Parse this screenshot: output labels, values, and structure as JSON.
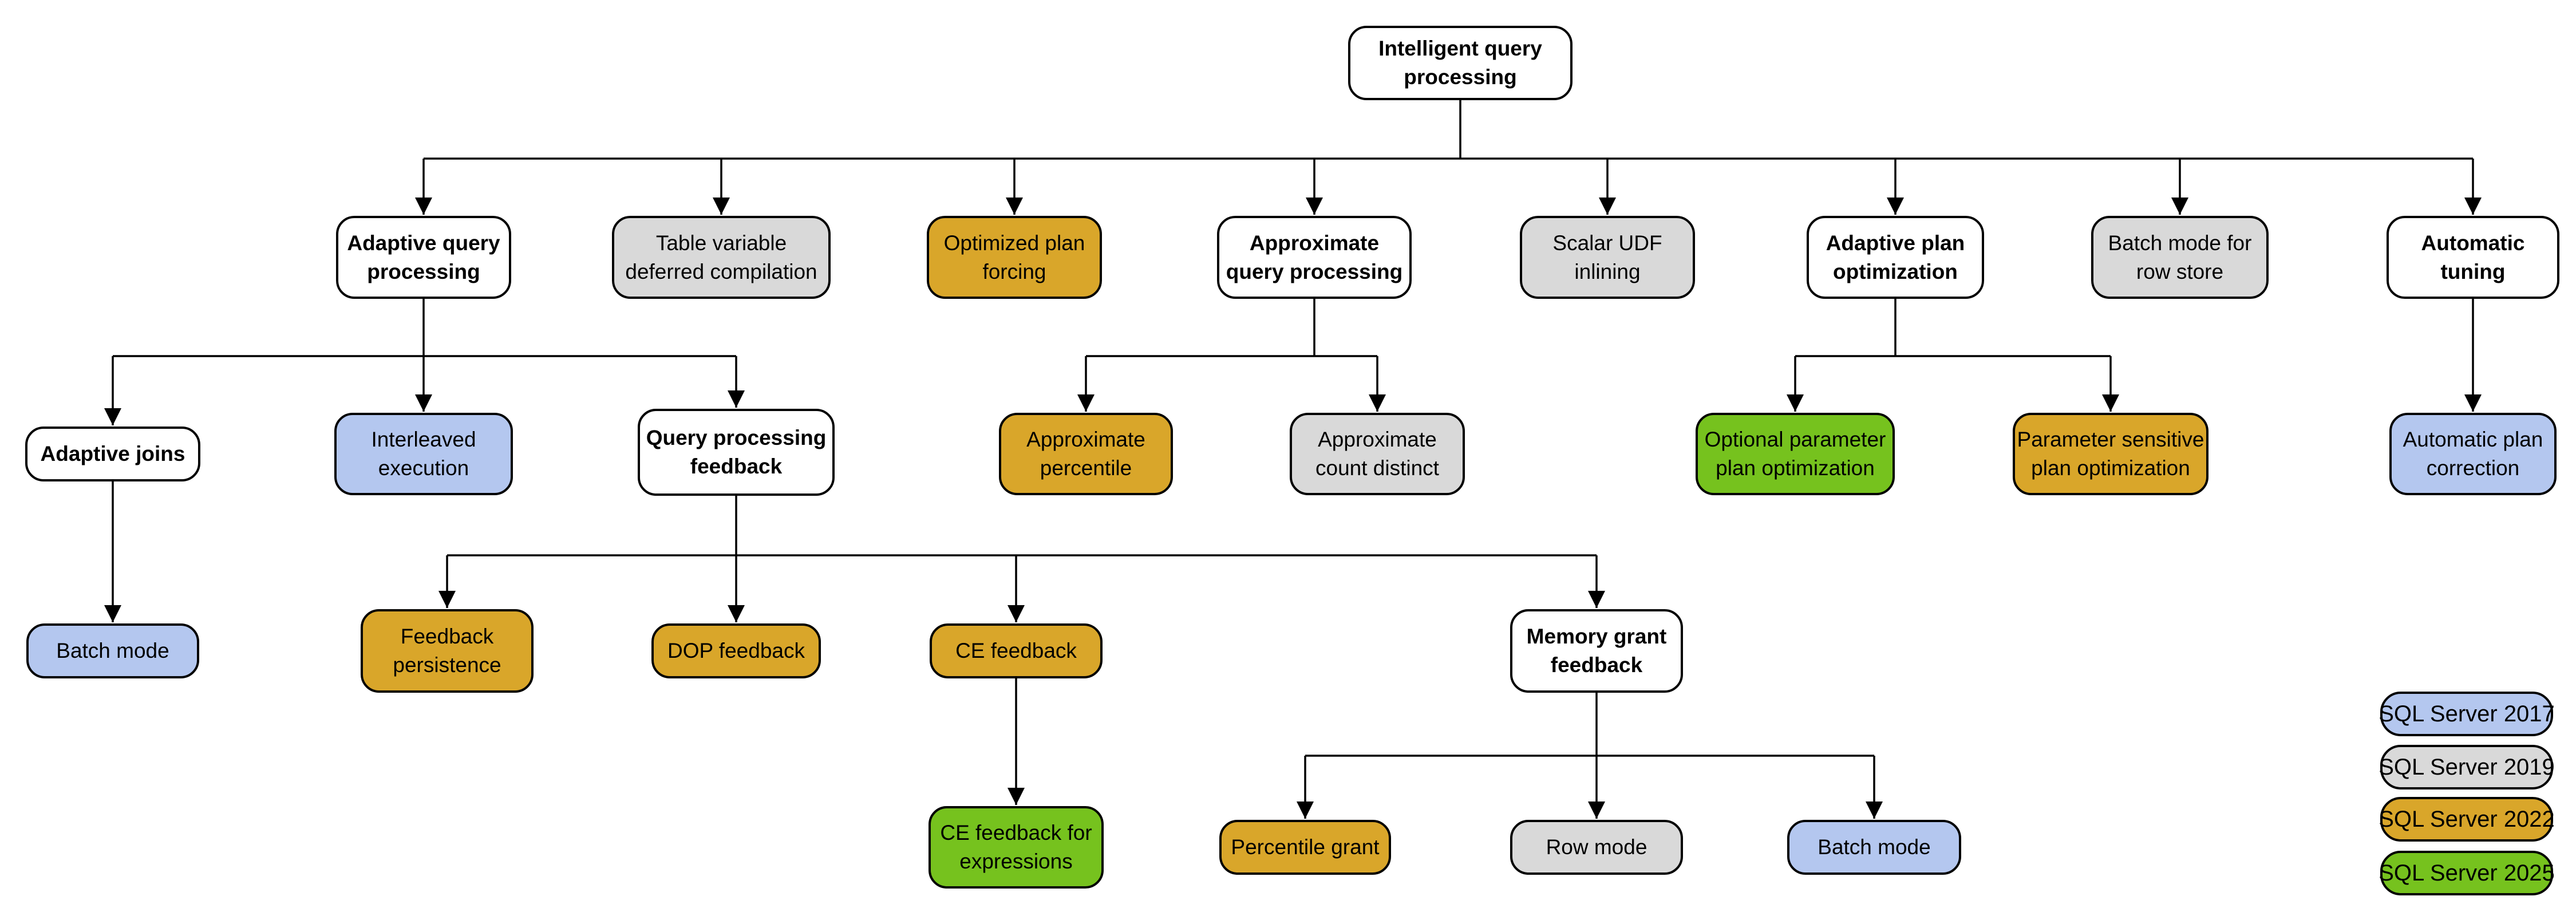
{
  "diagram": {
    "background_color": "#ffffff",
    "line_color": "#000000",
    "text_color": "#000000",
    "colors": {
      "2017": "#b4c7ef",
      "2019": "#d9d9d9",
      "2022": "#d9a62a",
      "2025": "#76c21e",
      "parent": "#ffffff"
    },
    "nodes": [
      {
        "id": "intelligent-query-processing",
        "label": "Intelligent query\nprocessing",
        "version": null
      },
      {
        "id": "adaptive-query-processing",
        "label": "Adaptive query\nprocessing",
        "version": null
      },
      {
        "id": "table-variable-deferred-compilation",
        "label": "Table variable\ndeferred compilation",
        "version": "2019"
      },
      {
        "id": "optimized-plan-forcing",
        "label": "Optimized plan\nforcing",
        "version": "2022"
      },
      {
        "id": "approximate-query-processing",
        "label": "Approximate\nquery processing",
        "version": null
      },
      {
        "id": "scalar-udf-inlining",
        "label": "Scalar UDF\ninlining",
        "version": "2019"
      },
      {
        "id": "adaptive-plan-optimization",
        "label": "Adaptive plan\noptimization",
        "version": null
      },
      {
        "id": "batch-mode-for-row-store",
        "label": "Batch mode for\nrow store",
        "version": "2019"
      },
      {
        "id": "automatic-tuning",
        "label": "Automatic\ntuning",
        "version": null
      },
      {
        "id": "adaptive-joins",
        "label": "Adaptive joins",
        "version": null
      },
      {
        "id": "interleaved-execution",
        "label": "Interleaved\nexecution",
        "version": "2017"
      },
      {
        "id": "query-processing-feedback",
        "label": "Query processing\nfeedback",
        "version": null
      },
      {
        "id": "approximate-percentile",
        "label": "Approximate\npercentile",
        "version": "2022"
      },
      {
        "id": "approximate-count-distinct",
        "label": "Approximate\ncount distinct",
        "version": "2019"
      },
      {
        "id": "optional-parameter-plan-optimization",
        "label": "Optional parameter\nplan optimization",
        "version": "2025"
      },
      {
        "id": "parameter-sensitive-plan-optimization",
        "label": "Parameter sensitive\nplan optimization",
        "version": "2022"
      },
      {
        "id": "automatic-plan-correction",
        "label": "Automatic plan\ncorrection",
        "version": "2017"
      },
      {
        "id": "batch-mode-adaptive",
        "label": "Batch mode",
        "version": "2017"
      },
      {
        "id": "feedback-persistence",
        "label": "Feedback\npersistence",
        "version": "2022"
      },
      {
        "id": "dop-feedback",
        "label": "DOP feedback",
        "version": "2022"
      },
      {
        "id": "ce-feedback",
        "label": "CE feedback",
        "version": "2022"
      },
      {
        "id": "memory-grant-feedback",
        "label": "Memory grant\nfeedback",
        "version": null
      },
      {
        "id": "ce-feedback-for-expressions",
        "label": "CE feedback for\nexpressions",
        "version": "2025"
      },
      {
        "id": "percentile-grant",
        "label": "Percentile grant",
        "version": "2022"
      },
      {
        "id": "row-mode",
        "label": "Row mode",
        "version": "2019"
      },
      {
        "id": "batch-mode-memory-grant",
        "label": "Batch mode",
        "version": "2017"
      }
    ],
    "edges": [
      {
        "from": "intelligent-query-processing",
        "to": [
          "adaptive-query-processing",
          "table-variable-deferred-compilation",
          "optimized-plan-forcing",
          "approximate-query-processing",
          "scalar-udf-inlining",
          "adaptive-plan-optimization",
          "batch-mode-for-row-store",
          "automatic-tuning"
        ]
      },
      {
        "from": "adaptive-query-processing",
        "to": [
          "adaptive-joins",
          "interleaved-execution",
          "query-processing-feedback"
        ]
      },
      {
        "from": "approximate-query-processing",
        "to": [
          "approximate-percentile",
          "approximate-count-distinct"
        ]
      },
      {
        "from": "adaptive-plan-optimization",
        "to": [
          "optional-parameter-plan-optimization",
          "parameter-sensitive-plan-optimization"
        ]
      },
      {
        "from": "automatic-tuning",
        "to": [
          "automatic-plan-correction"
        ]
      },
      {
        "from": "adaptive-joins",
        "to": [
          "batch-mode-adaptive"
        ]
      },
      {
        "from": "query-processing-feedback",
        "to": [
          "feedback-persistence",
          "dop-feedback",
          "ce-feedback",
          "memory-grant-feedback"
        ]
      },
      {
        "from": "ce-feedback",
        "to": [
          "ce-feedback-for-expressions"
        ]
      },
      {
        "from": "memory-grant-feedback",
        "to": [
          "percentile-grant",
          "row-mode",
          "batch-mode-memory-grant"
        ]
      }
    ],
    "legend": [
      {
        "label": "SQL Server 2017",
        "version": "2017"
      },
      {
        "label": "SQL Server 2019",
        "version": "2019"
      },
      {
        "label": "SQL Server 2022",
        "version": "2022"
      },
      {
        "label": "SQL Server 2025",
        "version": "2025"
      }
    ]
  }
}
